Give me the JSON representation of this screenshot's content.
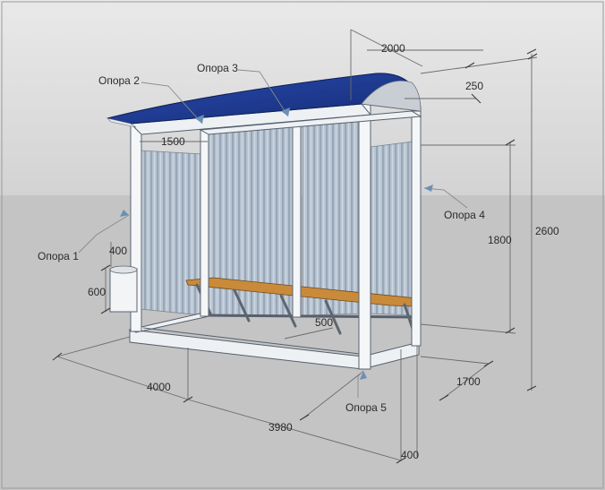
{
  "labels": {
    "support_1": "Опора 1",
    "support_2": "Опора 2",
    "support_3": "Опора 3",
    "support_4": "Опора 4",
    "support_5": "Опора 5"
  },
  "dimensions": {
    "depth_top": "2000",
    "overhang": "250",
    "total_height": "2600",
    "wall_height": "1800",
    "side_width": "1500",
    "urn_top": "400",
    "urn_height": "600",
    "bench_depth": "500",
    "length_total": "4000",
    "length_inner": "3980",
    "base_depth": "1700",
    "base_offset": "400"
  },
  "colors": {
    "roof": "#1f3a8f",
    "panel": "#b7c4d1",
    "bench": "#c98a3a",
    "ground": "#c4c4c4",
    "sky": "#d9d9d9"
  }
}
